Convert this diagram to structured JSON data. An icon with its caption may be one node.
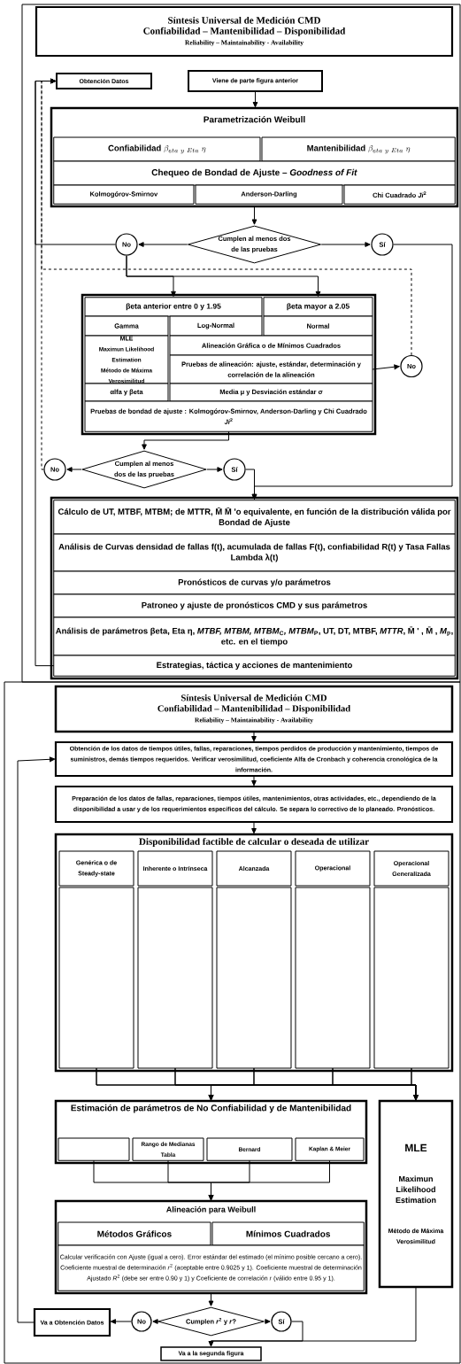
{
  "diagram": {
    "nodes": [
      {
        "text": [
          "Síntesis Universal de Medición CMD",
          "Confiabilidad – Mantenibilidad – Disponibilidad",
          "Reliability – Maintainability - Availability"
        ]
      },
      {
        "text": [
          "Obtención Datos"
        ]
      },
      {
        "text": [
          "Viene de parte figura anterior"
        ]
      },
      {
        "text": [
          "Parametrización Weibull"
        ]
      },
      {
        "text": [
          "Confiabilidad",
          "\\beta_{eta\\ y\\ Eta}\\ \\eta"
        ],
        "in": 3
      },
      {
        "text": [
          "Mantenibilidad",
          "\\beta_{eta\\ y\\ Eta}\\ \\eta"
        ],
        "in": 3
      },
      {
        "text": [
          "Chequeo de Bondad de Ajuste – *Goodness of Fit*"
        ],
        "in": 3
      },
      {
        "text": [
          "Kolmogórov-Smirnov"
        ],
        "in": 3
      },
      {
        "text": [
          "Anderson-Darling"
        ],
        "in": 3
      },
      {
        "text": [
          "Chi Cuadrado *Ji*$^{2}$"
        ],
        "in": 3
      },
      {
        "text": [
          "Cumplen al menos dos de las pruebas"
        ]
      },
      {
        "text": [
          "No"
        ]
      },
      {
        "text": [
          "Sí"
        ]
      },
      {
        "text": [],
        "shape": "box"
      },
      {
        "text": [
          "βeta anterior entre 0 y 1.95"
        ],
        "in": 13
      },
      {
        "text": [
          "βeta mayor a 2.05"
        ],
        "in": 13
      },
      {
        "text": [
          "Gamma"
        ],
        "in": 13
      },
      {
        "text": [
          "Log-Normal"
        ],
        "in": 13
      },
      {
        "text": [
          "Normal"
        ],
        "in": 13
      },
      {
        "text": [
          "MLE",
          "Maximun Likelihood Estimation",
          "Método de Máxima Verosimilitud"
        ],
        "in": 13
      },
      {
        "text": [
          "Alineación Gráfica o de Mínimos Cuadrados"
        ],
        "in": 13
      },
      {
        "text": [
          "Pruebas de alineación: ajuste, estándar, determinación y correlación de la alineación"
        ],
        "in": 13
      },
      {
        "text": [
          "αlfa y βeta"
        ],
        "in": 13
      },
      {
        "text": [
          "Media μ y Desviación estándar σ"
        ],
        "in": 13
      },
      {
        "text": [
          "Pruebas de bondad de ajuste : Kolmogórov-Smirnov, Anderson-Darling y Chi Cuadrado *Ji*$^{2}$"
        ],
        "in": 13
      },
      {
        "text": [
          "No"
        ]
      },
      {
        "text": [
          "Cumplen al menos dos de las pruebas"
        ]
      },
      {
        "text": [
          "No"
        ]
      },
      {
        "text": [
          "Sí"
        ]
      },
      {
        "text": [],
        "shape": "box"
      },
      {
        "text": [
          "Cálculo de UT, MTBF, MTBM; de MTTR, M̄ M̄ 'o equivalente, en función de la distribución válida por Bondad de Ajuste"
        ],
        "in": 29
      },
      {
        "text": [
          "Análisis de Curvas densidad de fallas f(t), acumulada de fallas F(t), confiabilidad R(t) y Tasa Fallas Lambda λ(t)"
        ],
        "in": 29
      },
      {
        "text": [
          "Pronósticos de curvas y/o parámetros"
        ],
        "in": 29
      },
      {
        "text": [
          "Patroneo y ajuste de pronósticos CMD y sus parámetros"
        ],
        "in": 29
      },
      {
        "text": [
          "Análisis de parámetros βeta, Eta η, *MTBF, MTBM, MTBM*$_{C}$*, MTBM*$_{P}$, UT, DT, MTBF, *MTTR*, M̄ ' , M̄ , *M*$_{p}$, etc. en el tiempo"
        ],
        "in": 29
      },
      {
        "text": [
          "Estrategias, táctica y acciones de mantenimiento"
        ],
        "in": 29
      },
      {
        "text": [
          "Síntesis Universal de Medición CMD",
          "Confiabilidad – Mantenibilidad – Disponibilidad",
          "Reliability – Maintainability - Availability"
        ]
      },
      {
        "text": [
          "**Obtención de los datos** de tiempos útiles, fallas, reparaciones, tiempos perdidos de producción y mantenimiento, tiempos de suministros, demás tiempos requeridos. Verificar verosimilitud, coeficiente Alfa de Cronbach y coherencia cronológica de la información."
        ]
      },
      {
        "text": [
          "**Preparación de los datos** de fallas, reparaciones, tiempos útiles, mantenimientos, otras actividades, etc., dependiendo de la disponibilidad a usar y de los requerimientos específicos del cálculo. Se separa lo correctivo de lo planeado. Pronósticos."
        ]
      },
      {
        "text": [
          "Disponibilidad factible de calcular o deseada de utilizar"
        ]
      },
      {
        "text": [
          "Genérica o de Steady-state"
        ],
        "in": 39
      },
      {
        "text": [
          "Inherente o Intrínseca"
        ],
        "in": 39
      },
      {
        "text": [
          "Alcanzada"
        ],
        "in": 39
      },
      {
        "text": [
          "Operacional"
        ],
        "in": 39
      },
      {
        "text": [
          "Operacional Generalizada"
        ],
        "in": 39
      },
      {
        "text": [],
        "shape": "box",
        "in": 39
      },
      {
        "text": [],
        "shape": "box",
        "in": 39
      },
      {
        "text": [],
        "shape": "box",
        "in": 39
      },
      {
        "text": [],
        "shape": "box",
        "in": 39
      },
      {
        "text": [],
        "shape": "box",
        "in": 39
      },
      {
        "text": [
          "Estimación de parámetros de No Confiabilidad y de Mantenibilidad"
        ]
      },
      {
        "text": [],
        "shape": "box",
        "in": 50
      },
      {
        "text": [
          "Rango de Medianas Tabla"
        ],
        "in": 50
      },
      {
        "text": [
          "Bernard"
        ],
        "in": 50
      },
      {
        "text": [
          "Kaplan & Meier"
        ],
        "in": 50
      },
      {
        "text": [
          "MLE",
          "Maximun Likelihood Estimation",
          "Método de Máxima Verosimilitud"
        ]
      },
      {
        "text": [
          "Alineación para Weibull"
        ]
      },
      {
        "text": [
          "Métodos Gráficos"
        ],
        "in": 56
      },
      {
        "text": [
          "Mínimos Cuadrados"
        ],
        "in": 56
      },
      {
        "text": [
          "Calcular verificación con Ajuste (igual a cero). Error estándar del estimado (el mínimo posible cercano a cero). Coeficiente muestral de determinación *r*$^{2}$ (aceptable entre 0.9025 y 1). Coeficiente muestral de determinación Ajustado *R*$^{2}$ (debe ser entre 0.90 y 1) y Coeficiente de correlación *r* (válido entre 0.95 y 1)."
        ],
        "in": 56
      },
      {
        "text": [
          "Cumplen *r*$^{2}$ y *r*?"
        ]
      },
      {
        "text": [
          "No"
        ]
      },
      {
        "text": [
          "Sí"
        ]
      },
      {
        "text": [
          "Va a Obtención Datos"
        ]
      },
      {
        "text": [
          "Va a la segunda figura"
        ]
      }
    ],
    "edges": [
      {
        "from": 2,
        "to": 3,
        "arrow": "to"
      },
      {
        "from": 3,
        "to": 10,
        "arrow": "to"
      },
      {
        "from": 10,
        "to": 11,
        "arrow": "to"
      },
      {
        "from": 10,
        "to": 12,
        "arrow": "to"
      },
      {
        "from": 11,
        "to": 1,
        "arrow": "to"
      },
      {
        "from": 11,
        "to": 14,
        "arrow": "to"
      },
      {
        "from": 11,
        "to": 15,
        "arrow": "to"
      },
      {
        "from": 12,
        "to": 30,
        "arrow": "to"
      },
      {
        "from": 21,
        "to": 25,
        "arrow": "to"
      },
      {
        "from": 25,
        "to": 1,
        "arrow": "to",
        "style": "dashed"
      },
      {
        "from": 24,
        "to": 26,
        "arrow": "to"
      },
      {
        "from": 26,
        "to": 27,
        "arrow": "to"
      },
      {
        "from": 26,
        "to": 28,
        "arrow": "to"
      },
      {
        "from": 27,
        "to": 1,
        "arrow": "to",
        "style": "dashed"
      },
      {
        "from": 28,
        "to": 30,
        "arrow": "to"
      },
      {
        "from": 35,
        "to": 1,
        "arrow": "to"
      },
      {
        "from": 36,
        "to": 37,
        "arrow": "to"
      },
      {
        "from": 37,
        "to": 38,
        "arrow": "to"
      },
      {
        "from": 38,
        "to": 39,
        "arrow": "to"
      },
      {
        "from": 45,
        "to": 50,
        "arrow": "to"
      },
      {
        "from": 46,
        "to": 50,
        "arrow": "to"
      },
      {
        "from": 47,
        "to": 50,
        "arrow": "to"
      },
      {
        "from": 48,
        "to": 50,
        "arrow": "to"
      },
      {
        "from": 49,
        "to": 50,
        "arrow": "to"
      },
      {
        "from": 45,
        "to": 55,
        "arrow": "to"
      },
      {
        "from": 46,
        "to": 55,
        "arrow": "to"
      },
      {
        "from": 47,
        "to": 55,
        "arrow": "to"
      },
      {
        "from": 48,
        "to": 55,
        "arrow": "to"
      },
      {
        "from": 49,
        "to": 55,
        "arrow": "to"
      },
      {
        "from": 51,
        "to": 56,
        "arrow": "to"
      },
      {
        "from": 52,
        "to": 56,
        "arrow": "to"
      },
      {
        "from": 53,
        "to": 56,
        "arrow": "to"
      },
      {
        "from": 54,
        "to": 56,
        "arrow": "to"
      },
      {
        "from": 56,
        "to": 60,
        "arrow": "to"
      },
      {
        "from": 60,
        "to": 61,
        "arrow": "to"
      },
      {
        "from": 60,
        "to": 62,
        "arrow": "to"
      },
      {
        "from": 61,
        "to": 63,
        "arrow": "to"
      },
      {
        "from": 63,
        "to": 37,
        "arrow": "to"
      },
      {
        "from": 62,
        "to": 64,
        "arrow": "to"
      },
      {
        "from": 55,
        "to": 64,
        "arrow": "to"
      }
    ]
  }
}
